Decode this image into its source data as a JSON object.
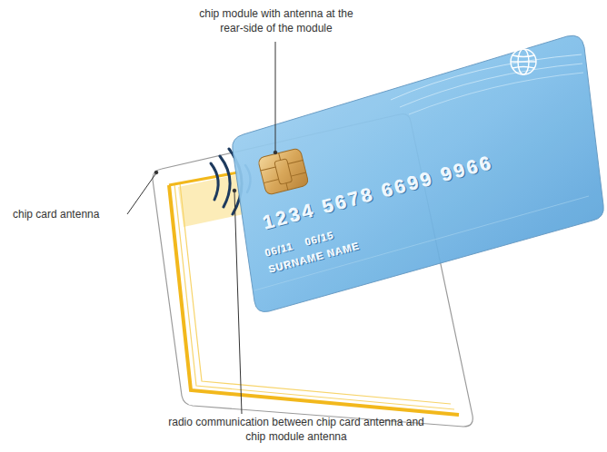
{
  "diagram": {
    "labels": [
      "chip module with antenna at the rear-side of the module",
      "chip card antenna",
      "radio communication between chip card antenna and chip module antenna",
      "1234 5678 6699 9966",
      "06/11",
      "06/15",
      "SURNAME NAME"
    ]
  }
}
